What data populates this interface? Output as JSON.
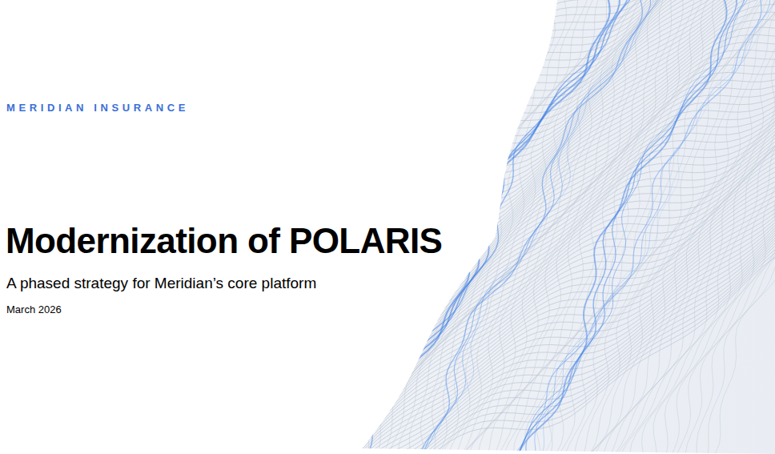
{
  "diagram": {
    "title": "Modernization of POLARIS",
    "labels": [
      "MERIDIAN INSURANCE",
      "A phased strategy for Meridian’s core platform",
      "March 2026"
    ]
  }
}
